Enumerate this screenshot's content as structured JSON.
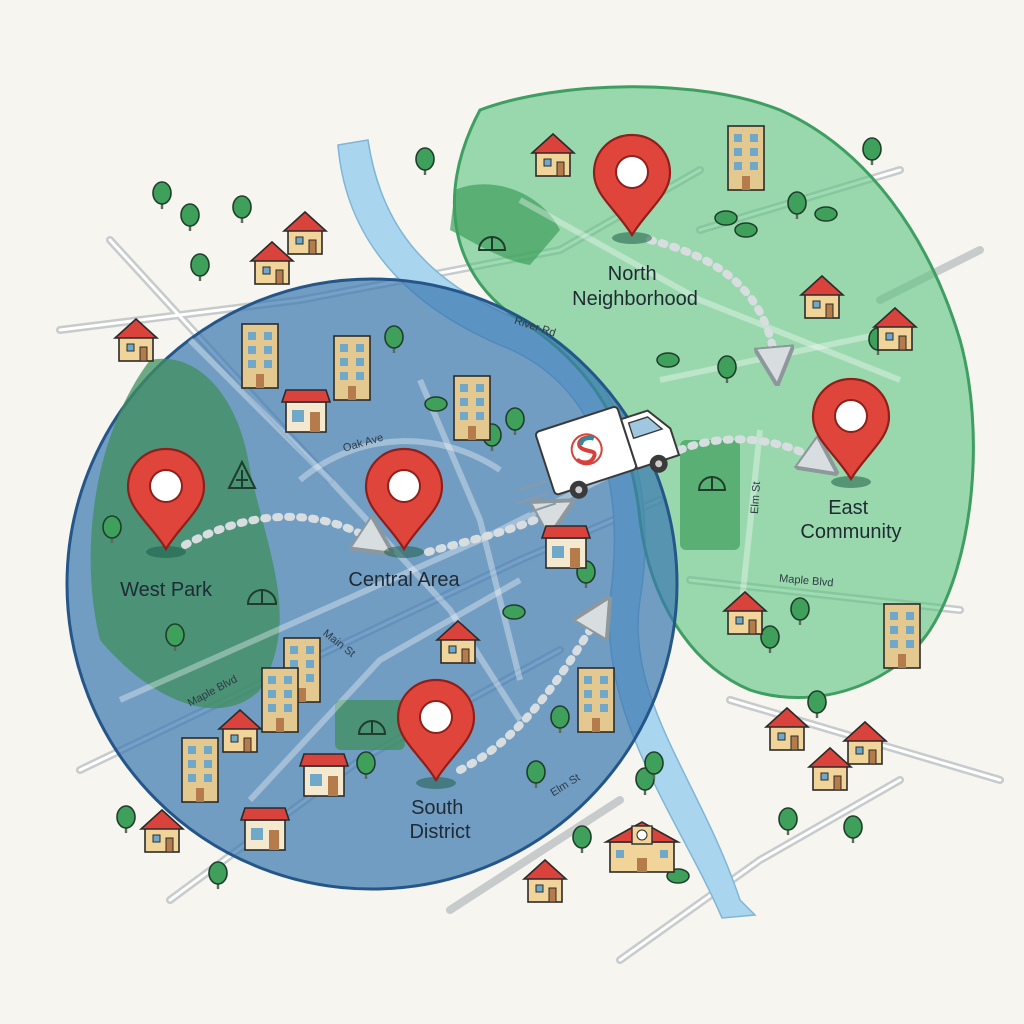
{
  "colors": {
    "background": "#f6f5ef",
    "blue_zone": "#3b78b0",
    "green_zone": "#5cc47e",
    "river": "#a9d6ee",
    "pin": "#e0453c",
    "route": "#d8dde0",
    "truck_logo_red": "#d9403a",
    "truck_logo_teal": "#2a8f9c"
  },
  "zones": [
    {
      "name": "blue-service-zone",
      "color": "#3b78b0"
    },
    {
      "name": "green-service-zone",
      "color": "#5cc47e"
    }
  ],
  "locations": [
    {
      "id": "west-park",
      "label": "West Park"
    },
    {
      "id": "central-area",
      "label": "Central Area"
    },
    {
      "id": "south-district",
      "label_lines": [
        "South",
        "District"
      ]
    },
    {
      "id": "north-neighborhood",
      "label_lines": [
        "North",
        "Neighborhood"
      ]
    },
    {
      "id": "east-community",
      "label_lines": [
        "East",
        "Community"
      ]
    }
  ],
  "roads": {
    "river_rd": "River Rd",
    "oak_ave": "Oak Ave",
    "maple_blvd_west": "Maple Blvd",
    "maple_blvd_east": "Maple Blvd",
    "main_st": "Main St",
    "elm_st_south": "Elm St",
    "elm_st_east": "Elm St"
  },
  "icons": {
    "pin": "map-pin-icon",
    "truck": "delivery-truck-icon",
    "house": "house-icon",
    "building": "apartment-building-icon",
    "shop": "shop-icon",
    "school": "school-icon",
    "tree": "tree-icon",
    "park": "park-icon"
  }
}
